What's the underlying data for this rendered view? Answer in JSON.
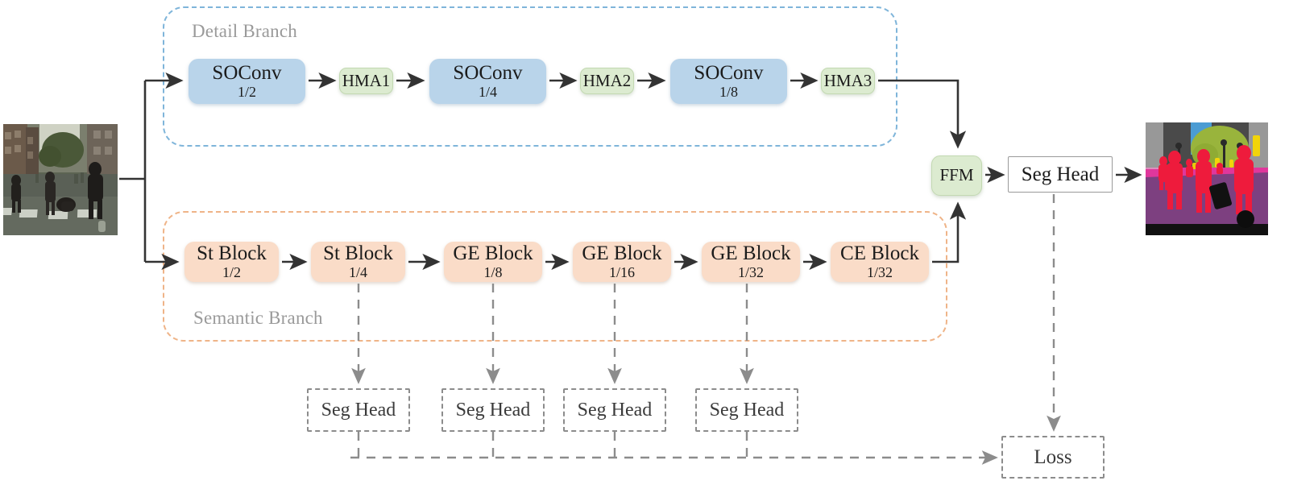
{
  "figure": {
    "title": "Network architecture: dual-branch semantic segmentation pipeline",
    "input_image": {
      "name": "input-street-scene",
      "description": "Urban street scene photograph with pedestrians crossing a zebra crosswalk"
    },
    "output_image": {
      "name": "output-segmentation-map",
      "description": "Color-coded semantic segmentation prediction of the street scene"
    }
  },
  "groups": {
    "detail": {
      "label": "Detail Branch",
      "color": "#7fb5da"
    },
    "semantic": {
      "label": "Semantic Branch",
      "color": "#efb488"
    }
  },
  "detail_branch": {
    "nodes": [
      {
        "name": "soconv-1-2",
        "title": "SOConv",
        "scale": "1/2",
        "type": "soconv"
      },
      {
        "name": "hma1",
        "title": "HMA1",
        "scale": "",
        "type": "hma"
      },
      {
        "name": "soconv-1-4",
        "title": "SOConv",
        "scale": "1/4",
        "type": "soconv"
      },
      {
        "name": "hma2",
        "title": "HMA2",
        "scale": "",
        "type": "hma"
      },
      {
        "name": "soconv-1-8",
        "title": "SOConv",
        "scale": "1/8",
        "type": "soconv"
      },
      {
        "name": "hma3",
        "title": "HMA3",
        "scale": "",
        "type": "hma"
      }
    ]
  },
  "semantic_branch": {
    "nodes": [
      {
        "name": "st-block-1-2",
        "title": "St Block",
        "scale": "1/2",
        "type": "stblock"
      },
      {
        "name": "st-block-1-4",
        "title": "St Block",
        "scale": "1/4",
        "type": "stblock"
      },
      {
        "name": "ge-block-1-8",
        "title": "GE Block",
        "scale": "1/8",
        "type": "stblock"
      },
      {
        "name": "ge-block-1-16",
        "title": "GE Block",
        "scale": "1/16",
        "type": "stblock"
      },
      {
        "name": "ge-block-1-32",
        "title": "GE Block",
        "scale": "1/32",
        "type": "stblock"
      },
      {
        "name": "ce-block-1-32",
        "title": "CE Block",
        "scale": "1/32",
        "type": "stblock"
      }
    ]
  },
  "fusion": {
    "ffm": {
      "label": "FFM"
    },
    "seg_head_main": {
      "label": "Seg Head"
    }
  },
  "aux_heads": [
    {
      "name": "aux-seg-head-1",
      "label": "Seg Head",
      "source": "st-block-1-4"
    },
    {
      "name": "aux-seg-head-2",
      "label": "Seg Head",
      "source": "ge-block-1-8"
    },
    {
      "name": "aux-seg-head-3",
      "label": "Seg Head",
      "source": "ge-block-1-16"
    },
    {
      "name": "aux-seg-head-4",
      "label": "Seg Head",
      "source": "ge-block-1-32"
    }
  ],
  "loss": {
    "label": "Loss"
  },
  "colors": {
    "soconv_fill": "#b9d4ea",
    "hma_fill": "#dcebd0",
    "block_fill": "#fadcc8",
    "detail_border": "#7fb5da",
    "semantic_border": "#efb488",
    "arrow_solid": "#333333",
    "arrow_dashed": "#8c8c8c",
    "group_label": "#9a9a9a"
  }
}
